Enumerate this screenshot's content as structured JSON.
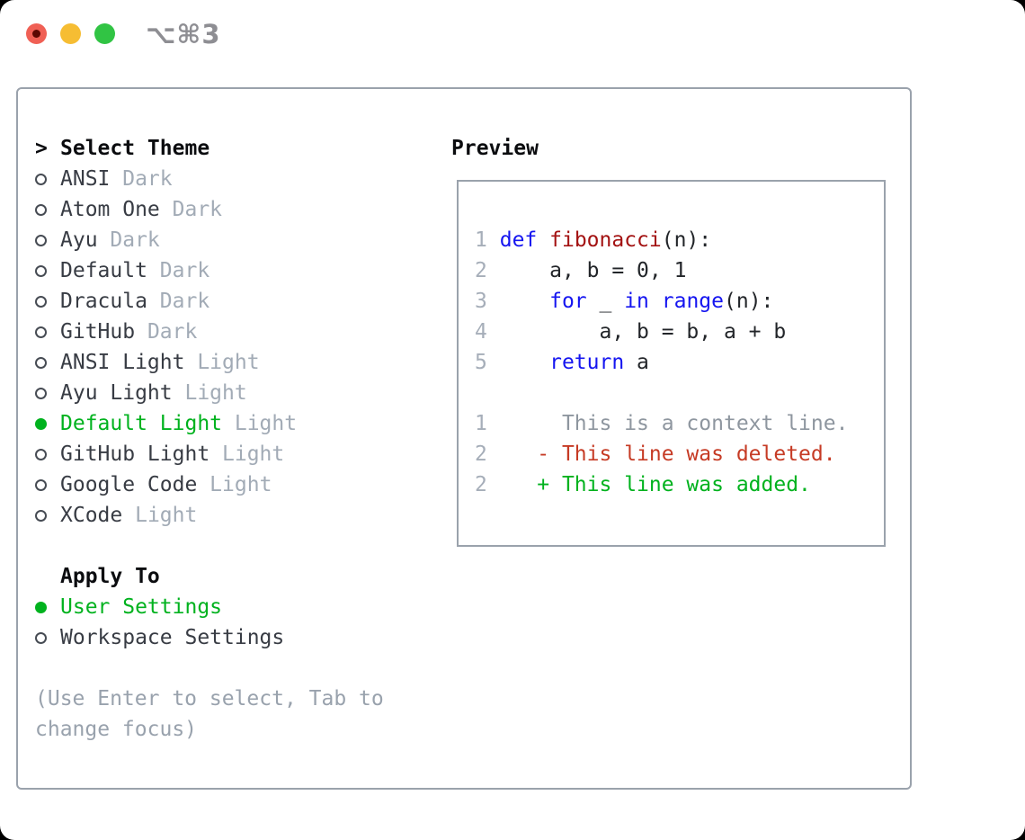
{
  "window": {
    "title": "⌥⌘3"
  },
  "colors": {
    "selection_green": "#00b21e",
    "added_green": "#00b21e",
    "deleted_red": "#c63b25",
    "keyword_blue": "#1515f0",
    "function_red": "#a31212",
    "muted_gray": "#a2abb6",
    "panel_border": "#9aa2ac",
    "traffic_red": "#f06055",
    "traffic_yellow": "#f6bd33",
    "traffic_green": "#31c444"
  },
  "theme_panel": {
    "header": {
      "cursor": ">",
      "label": "Select Theme"
    },
    "items": [
      {
        "name": "ANSI",
        "variant": "Dark",
        "selected": false
      },
      {
        "name": "Atom One",
        "variant": "Dark",
        "selected": false
      },
      {
        "name": "Ayu",
        "variant": "Dark",
        "selected": false
      },
      {
        "name": "Default",
        "variant": "Dark",
        "selected": false
      },
      {
        "name": "Dracula",
        "variant": "Dark",
        "selected": false
      },
      {
        "name": "GitHub",
        "variant": "Dark",
        "selected": false
      },
      {
        "name": "ANSI Light",
        "variant": "Light",
        "selected": false
      },
      {
        "name": "Ayu Light",
        "variant": "Light",
        "selected": false
      },
      {
        "name": "Default Light",
        "variant": "Light",
        "selected": true
      },
      {
        "name": "GitHub Light",
        "variant": "Light",
        "selected": false
      },
      {
        "name": "Google Code",
        "variant": "Light",
        "selected": false
      },
      {
        "name": "XCode",
        "variant": "Light",
        "selected": false
      }
    ],
    "apply_to": {
      "label": "Apply To",
      "options": [
        {
          "name": "User Settings",
          "selected": true
        },
        {
          "name": "Workspace Settings",
          "selected": false
        }
      ]
    },
    "help_line1": "(Use Enter to select, Tab to",
    "help_line2": "change focus)"
  },
  "preview": {
    "label": "Preview",
    "lines": [
      {
        "no": "1",
        "tokens": [
          [
            "kw",
            "def"
          ],
          [
            "pl",
            " "
          ],
          [
            "fn",
            "fibonacci"
          ],
          [
            "pl",
            "(n):"
          ]
        ]
      },
      {
        "no": "2",
        "tokens": [
          [
            "pl",
            "    a, b = 0, 1"
          ]
        ]
      },
      {
        "no": "3",
        "tokens": [
          [
            "pl",
            "    "
          ],
          [
            "kw",
            "for"
          ],
          [
            "pl",
            " _ "
          ],
          [
            "kw",
            "in"
          ],
          [
            "pl",
            " "
          ],
          [
            "kw",
            "range"
          ],
          [
            "pl",
            "(n):"
          ]
        ]
      },
      {
        "no": "4",
        "tokens": [
          [
            "pl",
            "        a, b = b, a + b"
          ]
        ]
      },
      {
        "no": "5",
        "tokens": [
          [
            "pl",
            "    "
          ],
          [
            "kw",
            "return"
          ],
          [
            "pl",
            " a"
          ]
        ]
      },
      {
        "no": "",
        "tokens": []
      },
      {
        "no": "1",
        "tokens": [
          [
            "ctx",
            "     This is a context line."
          ]
        ]
      },
      {
        "no": "2",
        "tokens": [
          [
            "del",
            "   - This line was deleted."
          ]
        ]
      },
      {
        "no": "2",
        "tokens": [
          [
            "add",
            "   + This line was added."
          ]
        ]
      }
    ]
  }
}
